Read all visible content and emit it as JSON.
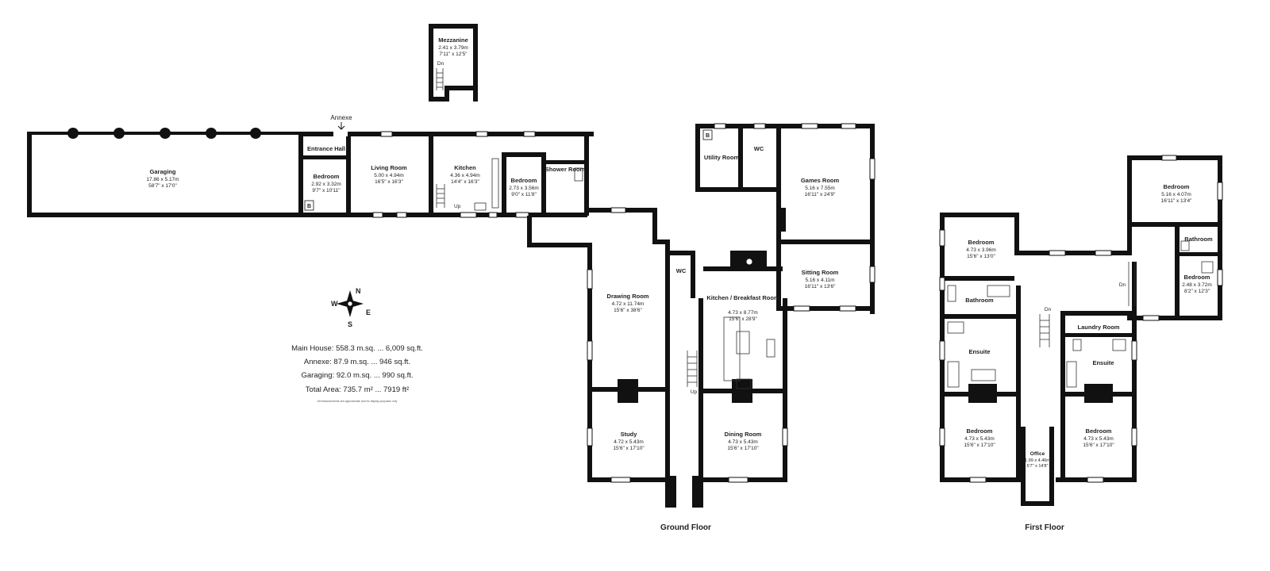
{
  "floors": {
    "ground_label": "Ground Floor",
    "first_label": "First Floor"
  },
  "annexe_label": "Annexe",
  "rooms": {
    "mezzanine": {
      "name": "Mezzanine",
      "metric": "2.41 x 3.79m",
      "imperial": "7'11\" x 12'5\""
    },
    "garaging": {
      "name": "Garaging",
      "metric": "17.86 x 5.17m",
      "imperial": "58'7\" x 17'0\""
    },
    "entrance_hall": {
      "name": "Entrance Hall"
    },
    "annexe_bedroom": {
      "name": "Bedroom",
      "metric": "2.92 x 3.32m",
      "imperial": "9'7\" x 10'11\""
    },
    "living_room": {
      "name": "Living Room",
      "metric": "5.00 x 4.94m",
      "imperial": "16'5\" x 16'3\""
    },
    "annexe_kitchen": {
      "name": "Kitchen",
      "metric": "4.36 x 4.94m",
      "imperial": "14'4\" x 16'3\""
    },
    "annexe_bedroom2": {
      "name": "Bedroom",
      "metric": "2.73 x 3.56m",
      "imperial": "9'0\" x 11'8\""
    },
    "shower_room": {
      "name": "Shower Room"
    },
    "utility_room": {
      "name": "Utility Room"
    },
    "wc1": {
      "name": "WC"
    },
    "games_room": {
      "name": "Games Room",
      "metric": "5.16 x 7.55m",
      "imperial": "16'11\" x 24'9\""
    },
    "sitting_room": {
      "name": "Sitting Room",
      "metric": "5.16 x 4.11m",
      "imperial": "16'11\" x 13'6\""
    },
    "wc2": {
      "name": "WC"
    },
    "drawing_room": {
      "name": "Drawing Room",
      "metric": "4.72 x 11.74m",
      "imperial": "15'6\" x 38'6\""
    },
    "kitchen_breakfast": {
      "name": "Kitchen / Breakfast Room",
      "metric": "4.73 x 8.77m",
      "imperial": "15'6\" x 28'9\""
    },
    "study": {
      "name": "Study",
      "metric": "4.72 x 5.43m",
      "imperial": "15'6\" x 17'10\""
    },
    "dining_room": {
      "name": "Dining Room",
      "metric": "4.73 x 5.43m",
      "imperial": "15'6\" x 17'10\""
    },
    "ff_bedroom_a": {
      "name": "Bedroom",
      "metric": "5.16 x 4.07m",
      "imperial": "16'11\" x 13'4\""
    },
    "ff_bedroom_b": {
      "name": "Bedroom",
      "metric": "4.73 x 3.96m",
      "imperial": "15'6\" x 13'0\""
    },
    "ff_bathroom_r": {
      "name": "Bathroom"
    },
    "ff_bedroom_c": {
      "name": "Bedroom",
      "metric": "2.48 x 3.72m",
      "imperial": "8'2\" x 12'3\""
    },
    "ff_bathroom_l": {
      "name": "Bathroom"
    },
    "laundry_room": {
      "name": "Laundry Room"
    },
    "ff_ensuite_l": {
      "name": "Ensuite"
    },
    "ff_ensuite_r": {
      "name": "Ensuite"
    },
    "ff_bedroom_d": {
      "name": "Bedroom",
      "metric": "4.73 x 5.43m",
      "imperial": "15'6\" x 17'10\""
    },
    "ff_bedroom_e": {
      "name": "Bedroom",
      "metric": "4.73 x 5.43m",
      "imperial": "15'6\" x 17'10\""
    },
    "office": {
      "name": "Office",
      "metric": "1.99 x 4.46m",
      "imperial": "6'7\" x 14'8\""
    }
  },
  "markers": {
    "up": "Up",
    "dn": "Dn",
    "boiler": "B"
  },
  "compass": {
    "n": "N",
    "s": "S",
    "e": "E",
    "w": "W"
  },
  "areas": [
    "Main House: 558.3 m.sq. ... 6,009 sq.ft.",
    "Annexe: 87.9 m.sq. ... 946 sq.ft.",
    "Garaging: 92.0 m.sq. ... 990 sq.ft.",
    "Total Area: 735.7 m² ... 7919 ft²"
  ],
  "disclaimer": "All measurements are approximate and for display purposes only",
  "colors": {
    "wall": "#111111",
    "background": "#ffffff",
    "text": "#222222"
  }
}
